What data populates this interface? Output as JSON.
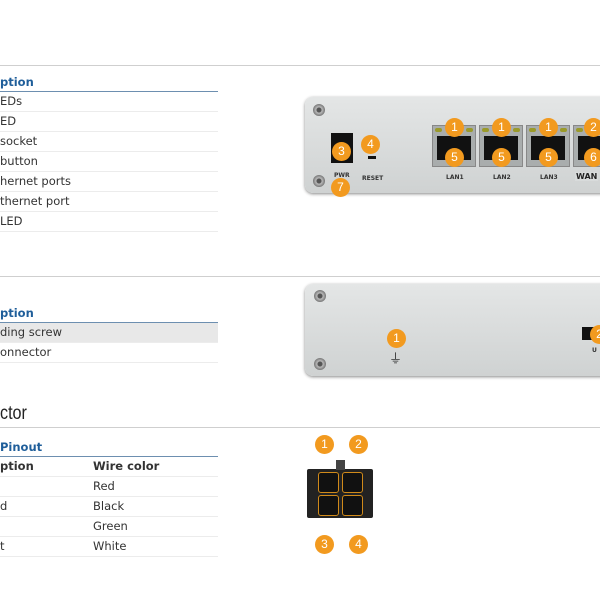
{
  "table1": {
    "caption": "ption",
    "rows": [
      "EDs",
      "ED",
      "socket",
      "button",
      "hernet ports",
      "thernet port",
      "LED"
    ]
  },
  "table2": {
    "caption": "ption",
    "rows": [
      "ding screw",
      "onnector"
    ]
  },
  "section": {
    "title": "ctor"
  },
  "table3": {
    "caption": "Pinout",
    "headers": [
      "ption",
      "Wire color"
    ],
    "rows": [
      [
        "",
        "Red"
      ],
      [
        "d",
        "Black"
      ],
      [
        "",
        "Green"
      ],
      [
        "t",
        "White"
      ]
    ]
  },
  "front_panel": {
    "labels": {
      "pwr": "PWR",
      "reset": "RESET",
      "lan1": "LAN1",
      "lan2": "LAN2",
      "lan3": "LAN3",
      "wan": "WAN"
    },
    "badges": [
      "1",
      "1",
      "1",
      "2",
      "3",
      "4",
      "5",
      "5",
      "5",
      "6",
      "7"
    ]
  },
  "back_panel": {
    "badges": [
      "1",
      "2"
    ],
    "label": "U"
  },
  "connector": {
    "badges": [
      "1",
      "2",
      "3",
      "4"
    ]
  },
  "colors": {
    "accent": "#1f5e9a",
    "badge": "#f29a1f"
  }
}
